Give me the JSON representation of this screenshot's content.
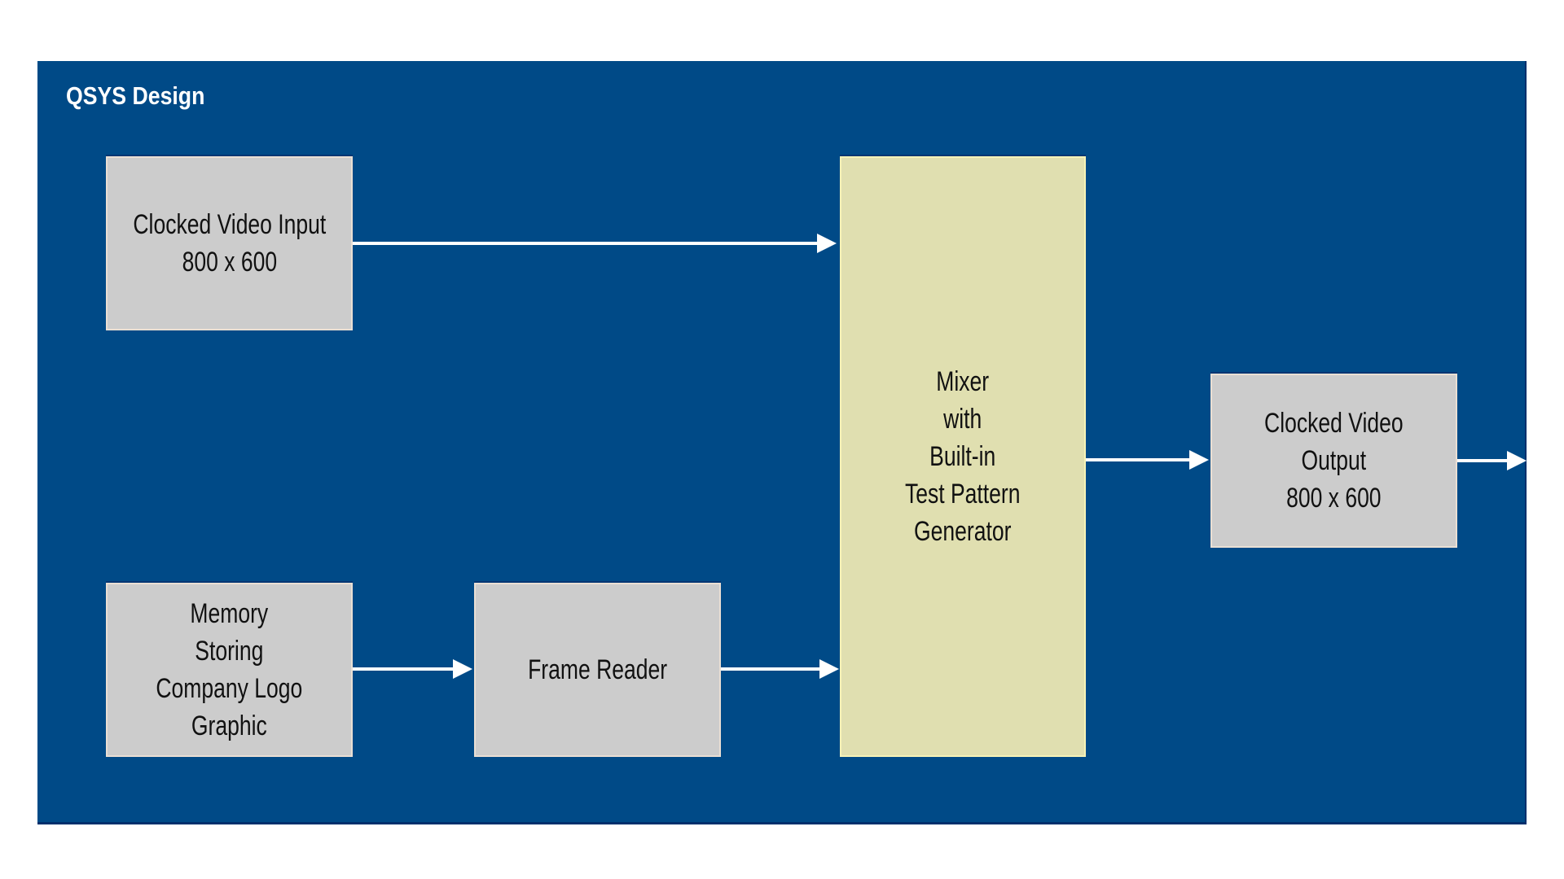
{
  "diagram": {
    "title": "QSYS Design",
    "colors": {
      "background": "#004a87",
      "block": "#cccccc",
      "mixer": "#e0dfb0",
      "arrow": "#ffffff"
    },
    "blocks": {
      "clocked_video_input": {
        "lines": [
          "Clocked Video Input",
          "800 x 600"
        ]
      },
      "memory": {
        "lines": [
          "Memory",
          "Storing",
          "Company Logo",
          "Graphic"
        ]
      },
      "frame_reader": {
        "lines": [
          "Frame Reader"
        ]
      },
      "mixer": {
        "lines": [
          "Mixer",
          "with",
          "Built-in",
          "Test Pattern",
          "Generator"
        ]
      },
      "clocked_video_output": {
        "lines": [
          "Clocked Video",
          "Output",
          "800 x 600"
        ]
      }
    },
    "connections": [
      {
        "from": "clocked_video_input",
        "to": "mixer"
      },
      {
        "from": "memory",
        "to": "frame_reader"
      },
      {
        "from": "frame_reader",
        "to": "mixer"
      },
      {
        "from": "mixer",
        "to": "clocked_video_output"
      },
      {
        "from": "clocked_video_output",
        "to": "external-output"
      }
    ]
  }
}
